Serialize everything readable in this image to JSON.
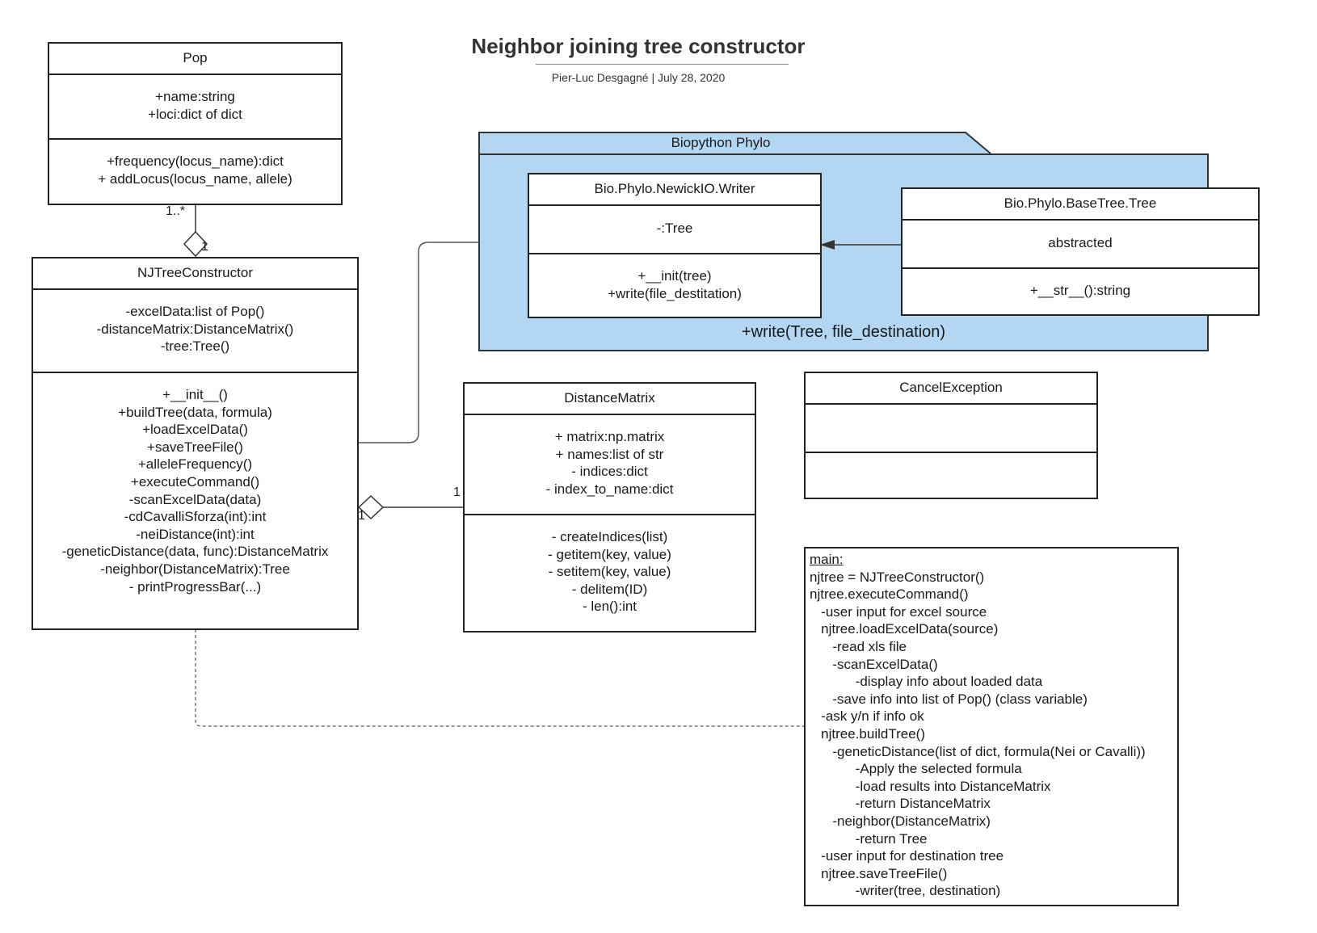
{
  "header": {
    "title": "Neighbor joining tree constructor",
    "subtitle": "Pier-Luc Desgagné  |  July 28, 2020"
  },
  "classes": {
    "pop": {
      "name": "Pop",
      "attributes": [
        "+name:string",
        "+loci:dict of dict"
      ],
      "methods": [
        "+frequency(locus_name):dict",
        "+ addLocus(locus_name, allele)"
      ]
    },
    "njtree": {
      "name": "NJTreeConstructor",
      "attributes": [
        "-excelData:list of Pop()",
        "-distanceMatrix:DistanceMatrix()",
        "-tree:Tree()"
      ],
      "methods": [
        "+__init__()",
        "+buildTree(data, formula)",
        "+loadExcelData()",
        "+saveTreeFile()",
        "+alleleFrequency()",
        "+executeCommand()",
        "-scanExcelData(data)",
        "-cdCavalliSforza(int):int",
        "-neiDistance(int):int",
        "-geneticDistance(data, func):DistanceMatrix",
        "-neighbor(DistanceMatrix):Tree",
        "- printProgressBar(...)"
      ]
    },
    "distance_matrix": {
      "name": "DistanceMatrix",
      "attributes": [
        "+ matrix:np.matrix",
        "+ names:list of str",
        "- indices:dict",
        "- index_to_name:dict"
      ],
      "methods": [
        "- createIndices(list)",
        "- getitem(key, value)",
        "- setitem(key, value)",
        "- delitem(ID)",
        "- len():int"
      ]
    },
    "cancel_exception": {
      "name": "CancelException",
      "attributes": [],
      "methods": []
    },
    "newick_writer": {
      "name": "Bio.Phylo.NewickIO.Writer",
      "attributes": [
        "-:Tree"
      ],
      "methods": [
        "+__init(tree)",
        "+write(file_destitation)"
      ]
    },
    "base_tree": {
      "name": "Bio.Phylo.BaseTree.Tree",
      "attributes": [
        "abstracted"
      ],
      "methods": [
        "+__str__():string"
      ]
    }
  },
  "package": {
    "name": "Biopython Phylo",
    "operation": "+write(Tree, file_destination)",
    "color": "#b3d6f2"
  },
  "multiplicities": {
    "pop_end": "1..*",
    "njtree_pop_end": "1",
    "dm_end": "1",
    "njtree_dm_end": "1"
  },
  "note": {
    "heading": "main:",
    "lines": [
      "njtree = NJTreeConstructor()",
      "njtree.executeCommand()",
      "   -user input for excel source",
      "   njtree.loadExcelData(source)",
      "      -read xls file",
      "      -scanExcelData()",
      "            -display info about loaded data",
      "      -save info into list of Pop() (class variable)",
      "   -ask y/n if info ok",
      "   njtree.buildTree()",
      "      -geneticDistance(list of dict, formula(Nei or Cavalli))",
      "            -Apply the selected formula",
      "            -load results into DistanceMatrix",
      "            -return DistanceMatrix",
      "      -neighbor(DistanceMatrix)",
      "            -return Tree",
      "   -user input for destination tree",
      "   njtree.saveTreeFile()",
      "            -writer(tree, destination)"
    ]
  }
}
